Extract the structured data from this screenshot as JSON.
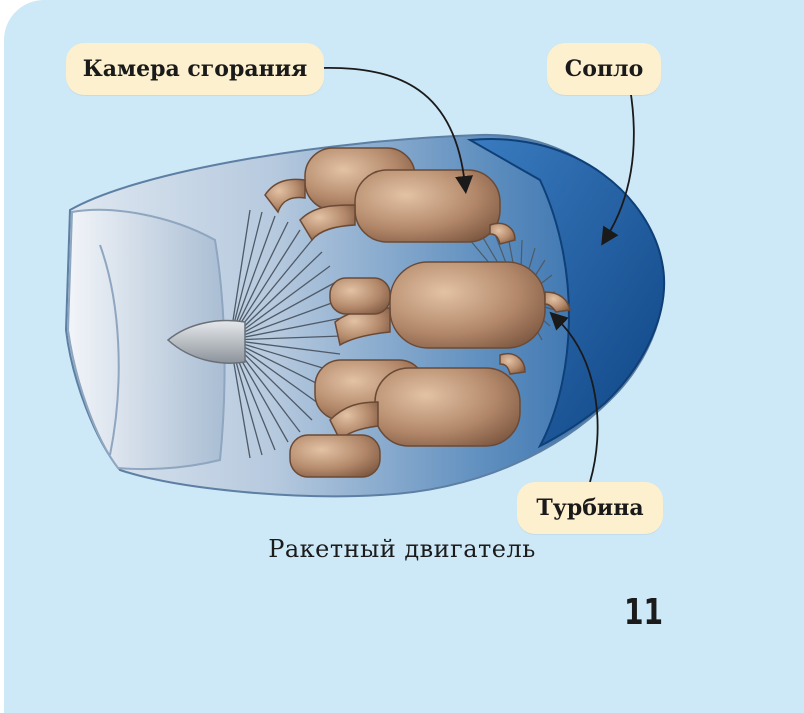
{
  "labels": {
    "combustion_chamber": "Камера сгорания",
    "nozzle": "Сопло",
    "turbine": "Турбина"
  },
  "caption": "Ракетный двигатель",
  "page_number": "11",
  "colors": {
    "background_panel": "#cde8f6",
    "label_fill": "#fdf0cf",
    "engine_housing": "#2a6aa8",
    "chamber_bronze": "#b58a68"
  }
}
